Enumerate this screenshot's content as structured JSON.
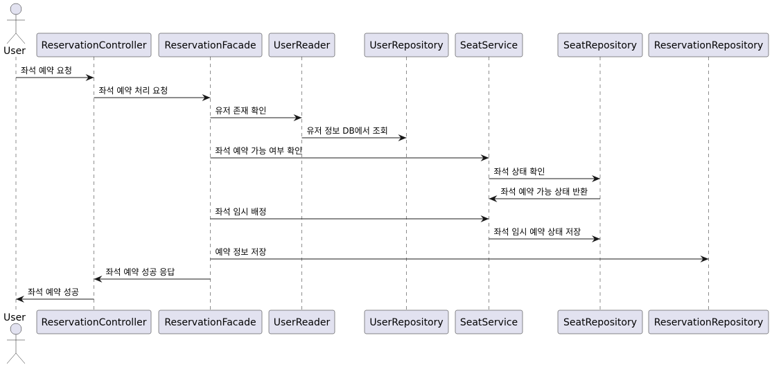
{
  "colors": {
    "participant_fill": "#E2E2F0",
    "participant_border": "#181818",
    "lifeline": "#181818",
    "arrow": "#181818",
    "background": "#FFFFFF"
  },
  "actor": {
    "label": "User",
    "icon": "stick-figure-icon"
  },
  "participants": [
    {
      "id": "reservation-controller",
      "label": "ReservationController"
    },
    {
      "id": "reservation-facade",
      "label": "ReservationFacade"
    },
    {
      "id": "user-reader",
      "label": "UserReader"
    },
    {
      "id": "user-repository",
      "label": "UserRepository"
    },
    {
      "id": "seat-service",
      "label": "SeatService"
    },
    {
      "id": "seat-repository",
      "label": "SeatRepository"
    },
    {
      "id": "reservation-repository",
      "label": "ReservationRepository"
    }
  ],
  "messages": [
    {
      "from": "user",
      "to": "reservation-controller",
      "label": "좌석 예약 요청"
    },
    {
      "from": "reservation-controller",
      "to": "reservation-facade",
      "label": "좌석 예약 처리 요청"
    },
    {
      "from": "reservation-facade",
      "to": "user-reader",
      "label": "유저 존재 확인"
    },
    {
      "from": "user-reader",
      "to": "user-repository",
      "label": "유저 정보 DB에서 조회"
    },
    {
      "from": "reservation-facade",
      "to": "seat-service",
      "label": "좌석 예약 가능 여부 확인"
    },
    {
      "from": "seat-service",
      "to": "seat-repository",
      "label": "좌석 상태 확인"
    },
    {
      "from": "seat-repository",
      "to": "seat-service",
      "label": "좌석 예약 가능 상태 반환"
    },
    {
      "from": "reservation-facade",
      "to": "seat-service",
      "label": "좌석 임시 배정"
    },
    {
      "from": "seat-service",
      "to": "seat-repository",
      "label": "좌석 임시 예약 상태 저장"
    },
    {
      "from": "reservation-facade",
      "to": "reservation-repository",
      "label": "예약 정보 저장"
    },
    {
      "from": "reservation-facade",
      "to": "reservation-controller",
      "label": "좌석 예약 성공 응답"
    },
    {
      "from": "reservation-controller",
      "to": "user",
      "label": "좌석 예약 성공"
    }
  ]
}
